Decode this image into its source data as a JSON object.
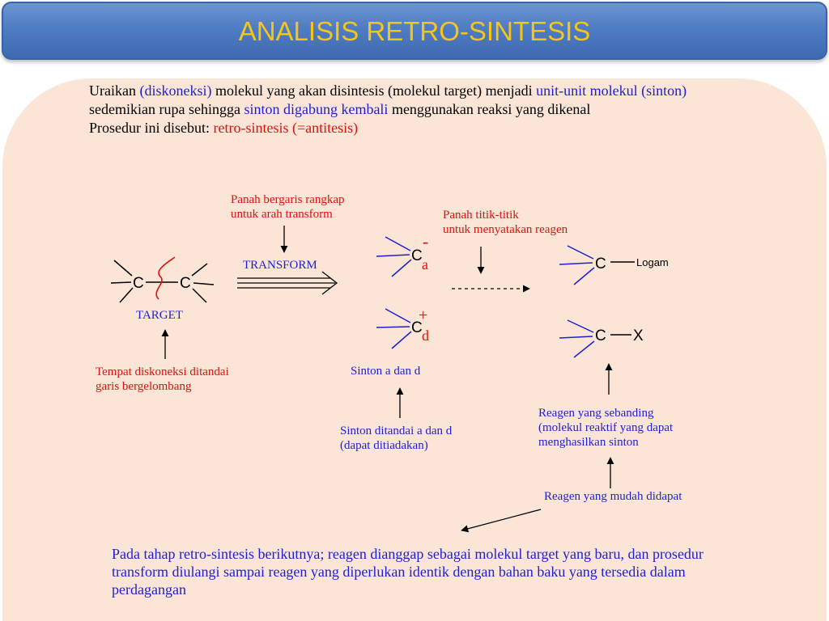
{
  "title": "ANALISIS RETRO-SINTESIS",
  "intro": {
    "t1": "Uraikan ",
    "b1": "(diskoneksi)",
    "t2": " molekul yang akan disintesis (molekul target) menjadi ",
    "b2": "unit-unit molekul (sinton)",
    "t3": " sedemikian rupa sehingga ",
    "b3": "sinton digabung kembali",
    "t4": " menggunakan reaksi yang dikenal",
    "t5": "Prosedur ini disebut: ",
    "r1": "retro-sintesis (=antitesis)"
  },
  "labels": {
    "arrow_double_1": "Panah bergaris rangkap",
    "arrow_double_2": "untuk arah transform",
    "transform": "TRANSFORM",
    "target": "TARGET",
    "disconnection_1": "Tempat diskoneksi ditandai",
    "disconnection_2": "garis bergelombang",
    "dotted_1": "Panah titik-titik",
    "dotted_2": "untuk menyatakan reagen",
    "synthon": "Sinton a dan d",
    "synthon_note_1": "Sinton ditandai a dan d",
    "synthon_note_2": "(dapat ditiadakan)",
    "reagent_1": "Reagen yang sebanding",
    "reagent_2": "(molekul reaktif yang dapat",
    "reagent_3": "menghasilkan sinton",
    "reagent_easy": "Reagen yang mudah didapat"
  },
  "chem": {
    "carbon": "C",
    "minus": "-",
    "plus": "+",
    "acceptor": "a",
    "donor": "d",
    "metal": "Logam",
    "halogen": "X"
  },
  "bottom": "Pada tahap retro-sintesis berikutnya; reagen dianggap sebagai molekul target yang baru, dan prosedur transform diulangi sampai reagen yang diperlukan identik dengan bahan baku yang tersedia dalam perdagangan",
  "colors": {
    "title_bar": "#4f7cc2",
    "title_text": "#f5c518",
    "panel": "#fbe5d6",
    "blue": "#1f1fd0",
    "red": "#e01010"
  }
}
